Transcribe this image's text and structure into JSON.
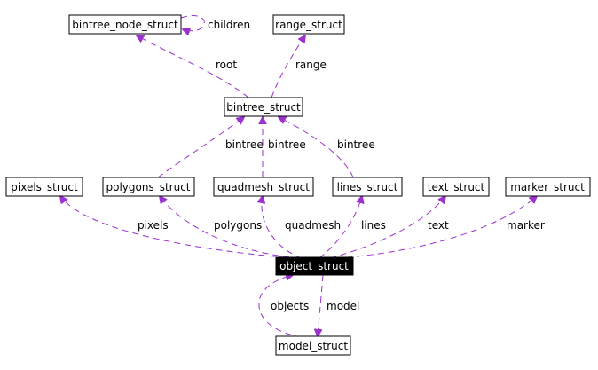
{
  "colors": {
    "edge": "#9a32cd",
    "highlight_fill": "#000000",
    "highlight_text": "#ffffff"
  },
  "nodes": {
    "bintree_node": "bintree_node_struct",
    "range": "range_struct",
    "bintree": "bintree_struct",
    "pixels": "pixels_struct",
    "polygons": "polygons_struct",
    "quadmesh": "quadmesh_struct",
    "lines": "lines_struct",
    "text": "text_struct",
    "marker": "marker_struct",
    "object": "object_struct",
    "model": "model_struct"
  },
  "edges": {
    "children": "children",
    "root": "root",
    "range": "range",
    "bintree_a": "bintree",
    "bintree_b": "bintree",
    "bintree_c": "bintree",
    "pixels": "pixels",
    "polygons": "polygons",
    "quadmesh": "quadmesh",
    "lines": "lines",
    "text": "text",
    "marker": "marker",
    "objects": "objects",
    "model": "model"
  }
}
